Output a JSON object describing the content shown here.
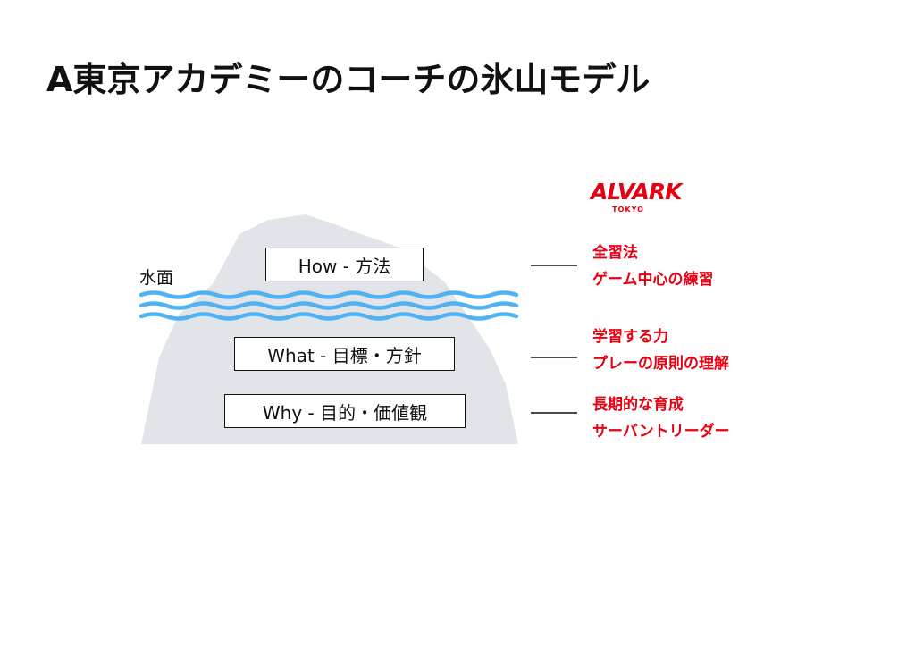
{
  "title": "A東京アカデミーのコーチの氷山モデル",
  "water_label": "水面",
  "layers": [
    {
      "label": "How - 方法"
    },
    {
      "label": "What - 目標・方針"
    },
    {
      "label": "Why - 目的・価値観"
    }
  ],
  "logo": {
    "main": "ALVARK",
    "sub": "TOKYO"
  },
  "notes": [
    {
      "line1": "全習法",
      "line2": "ゲーム中心の練習"
    },
    {
      "line1": "学習する力",
      "line2": "プレーの原則の理解"
    },
    {
      "line1": "長期的な育成",
      "line2": "サーバントリーダー"
    }
  ],
  "colors": {
    "accent": "#e60012",
    "iceberg": "#e1e5e9",
    "water": "#4fb3f2",
    "text": "#111111"
  }
}
